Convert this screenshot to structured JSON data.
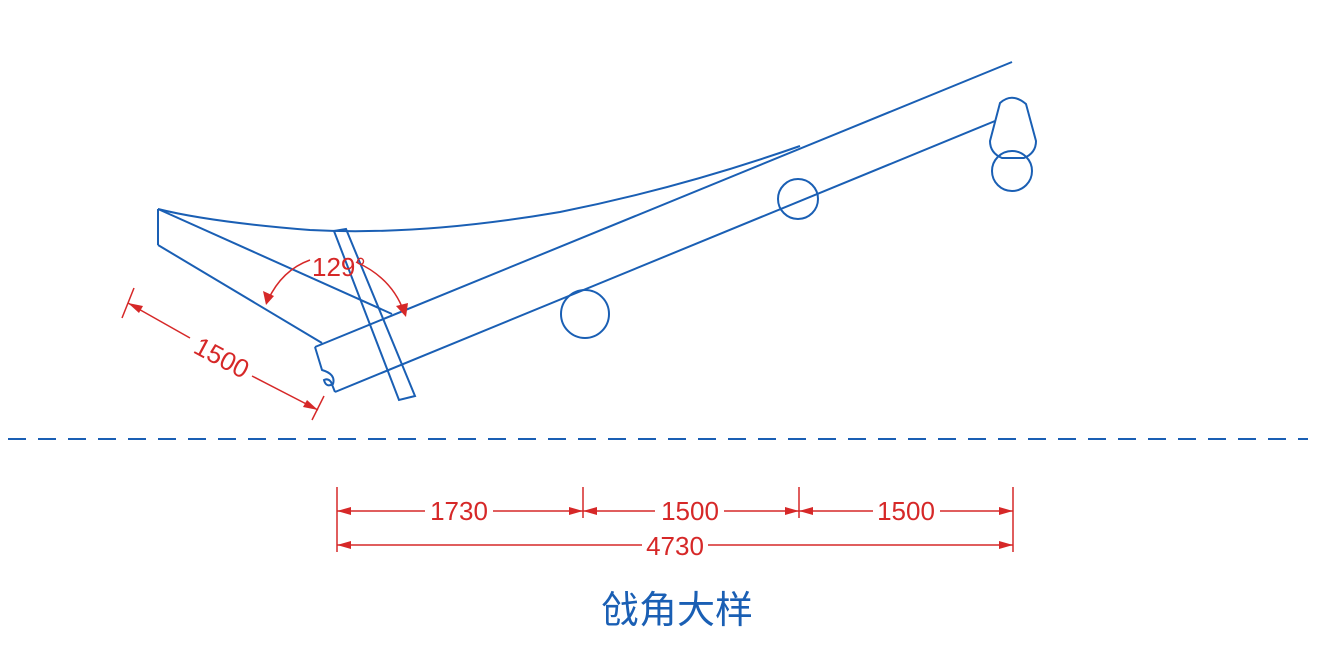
{
  "drawing": {
    "title": "戗角大样",
    "angle_label": "129°",
    "dimensions": {
      "inclined": "1500",
      "segment_1": "1730",
      "segment_2": "1500",
      "segment_3": "1500",
      "total": "4730"
    },
    "colors": {
      "outline": "#1a5fb4",
      "dimension": "#d62828",
      "background": "#ffffff"
    }
  }
}
